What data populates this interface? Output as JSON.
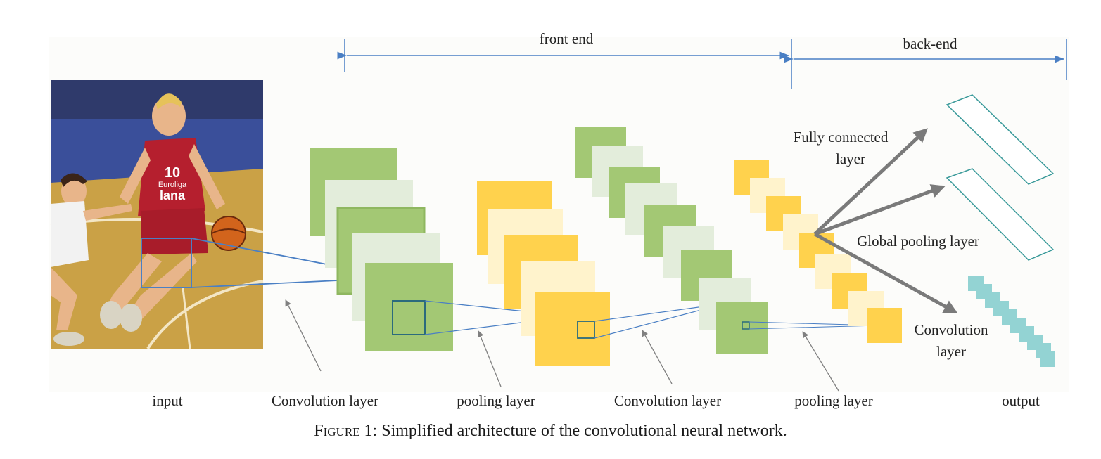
{
  "spans": {
    "front_end": "front end",
    "back_end": "back-end"
  },
  "labels": {
    "input": "input",
    "conv1": "Convolution layer",
    "pool1": "pooling layer",
    "conv2": "Convolution layer",
    "pool2": "pooling layer",
    "output": "output",
    "fc_line1": "Fully connected",
    "fc_line2": "layer",
    "gpool": "Global pooling layer",
    "conv_out_line1": "Convolution",
    "conv_out_line2": "layer"
  },
  "photo": {
    "player_number": "10",
    "jersey_line1": "Euroliga",
    "jersey_line2": "lana"
  },
  "caption": {
    "prefix": "Figure 1:",
    "text": " Simplified architecture of the convolutional neural network."
  },
  "colors": {
    "green": "#a3c874",
    "green_light": "#e3eddb",
    "yellow": "#ffd24d",
    "yellow_light": "#fff3cc",
    "teal": "#93d3d3",
    "blue": "#4a7fc4",
    "arrow_gray": "#777777"
  }
}
